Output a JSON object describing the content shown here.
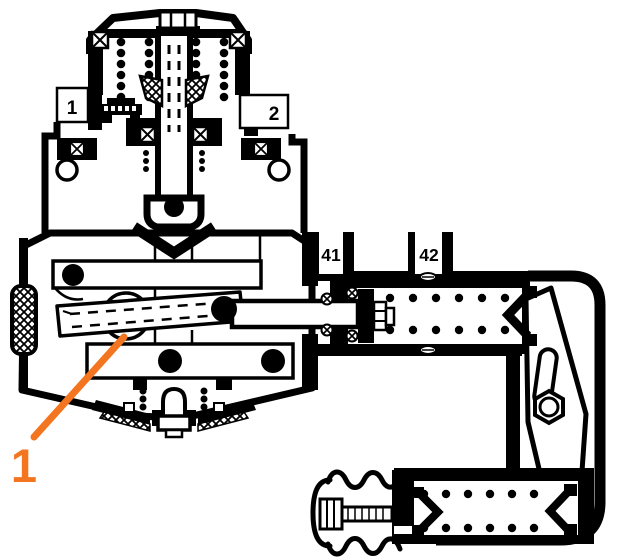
{
  "diagram": {
    "colors": {
      "ink": "#000000",
      "paper": "#ffffff",
      "accent": "#f4751f"
    },
    "ports": {
      "p1": "1",
      "p2": "2",
      "p41": "41",
      "p42": "42"
    },
    "callout": {
      "label": "1"
    }
  }
}
